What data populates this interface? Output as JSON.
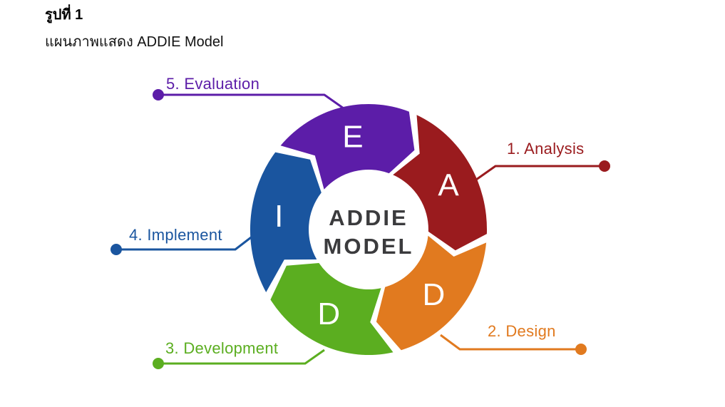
{
  "header": {
    "figure_label": "รูปที่ 1",
    "caption": "แผนภาพแสดง ADDIE Model"
  },
  "diagram": {
    "background_color": "#FFFFFF",
    "letter_color": "#FFFFFF",
    "center": {
      "line1": "ADDIE",
      "line2": "MODEL",
      "text_color": "#3B3B3D"
    },
    "segments": [
      {
        "id": "analysis",
        "number": 1,
        "letter": "A",
        "label": "1. Analysis",
        "color": "#9A1B1E"
      },
      {
        "id": "design",
        "number": 2,
        "letter": "D",
        "label": "2. Design",
        "color": "#E17A1F"
      },
      {
        "id": "development",
        "number": 3,
        "letter": "D",
        "label": "3. Development",
        "color": "#5BAE20"
      },
      {
        "id": "implement",
        "number": 4,
        "letter": "I",
        "label": "4. Implement",
        "color": "#1A559F"
      },
      {
        "id": "evaluation",
        "number": 5,
        "letter": "E",
        "label": "5. Evaluation",
        "color": "#5C1DA8"
      }
    ]
  }
}
